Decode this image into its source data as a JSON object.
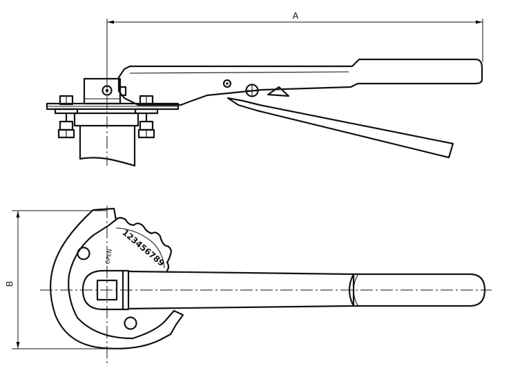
{
  "dimensions": {
    "a_label": "A",
    "b_label": "B"
  },
  "scale_marks": {
    "open_label": "OPEN",
    "digits": "123456789"
  },
  "colors": {
    "line": "#111111",
    "background": "#ffffff"
  }
}
